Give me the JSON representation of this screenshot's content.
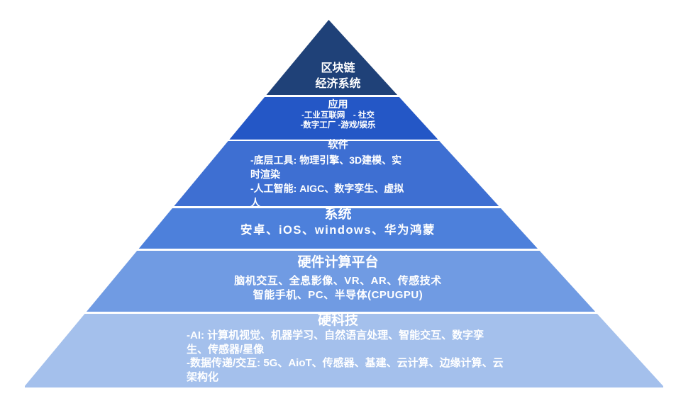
{
  "background_color": "#FFFFFF",
  "separator_color": "#FFFFFF",
  "text_color": "#FFFFFF",
  "levels": [
    {
      "id": "blockchain-economy",
      "title_lines": [
        "区块链",
        "经济系统"
      ],
      "color": "#1F4178"
    },
    {
      "id": "application",
      "title": "应用",
      "body_lines": [
        "-工业互联网　- 社交",
        "-数字工厂 -游戏/娱乐"
      ],
      "color": "#2457C6"
    },
    {
      "id": "software",
      "title": "软件",
      "body_lines": [
        "-底层工具: 物理引擎、3D建模、实",
        "时渲染",
        "-人工智能: AIGC、数字孪生、虚拟",
        "人"
      ],
      "color": "#3E6FD2"
    },
    {
      "id": "system",
      "title": "系统",
      "body_lines": [
        "安卓、iOS、windows、华为鸿蒙"
      ],
      "color": "#4D80DB"
    },
    {
      "id": "hardware-computing-platform",
      "title": "硬件计算平台",
      "body_lines": [
        "脑机交互、全息影像、VR、AR、传感技术",
        "智能手机、PC、半导体(CPUGPU)"
      ],
      "color": "#709BE3"
    },
    {
      "id": "hard-tech",
      "title": "硬科技",
      "body_lines": [
        "-AI: 计算机视觉、机器学习、自然语言处理、智能交互、数字孪",
        "生、传感器/星像",
        "-数据传递/交互: 5G、AioT、传感器、基建、云计算、边缘计算、云",
        "架构化"
      ],
      "color": "#A4C0EC"
    }
  ]
}
